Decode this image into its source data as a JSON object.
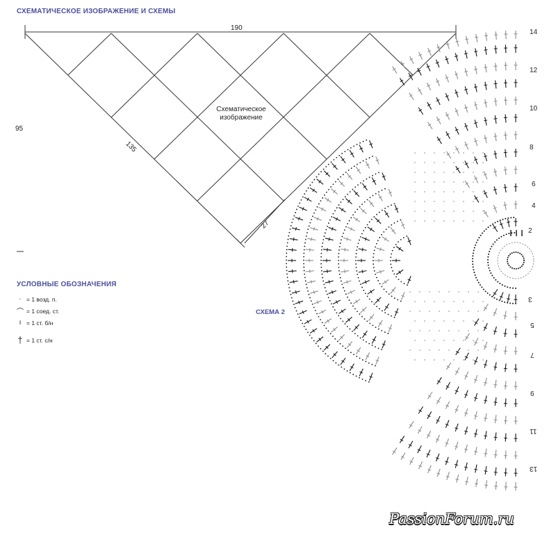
{
  "header": {
    "title": "СХЕМАТИЧЕСКОЕ ИЗОБРАЖЕНИЕ И СХЕМЫ"
  },
  "schematic": {
    "top_width": "190",
    "height": "95",
    "side_length": "135",
    "tip_width": "27",
    "center_label": "Схематическое изображение"
  },
  "legend": {
    "title": "УСЛОВНЫЕ ОБОЗНАЧЕНИЯ",
    "items": [
      {
        "symbol": "·",
        "icon": "chain-stitch-icon",
        "label": "= 1 возд. п."
      },
      {
        "symbol": "⌒",
        "icon": "slip-stitch-icon",
        "label": "= 1 соед. ст."
      },
      {
        "symbol": "ı",
        "icon": "single-crochet-icon",
        "label": "= 1 ст. б/н"
      },
      {
        "symbol": "†",
        "icon": "double-crochet-icon",
        "label": "= 1 ст. с/н"
      }
    ]
  },
  "diagram": {
    "title": "СХЕМА 2",
    "rows_upper": [
      "14",
      "12",
      "10",
      "8",
      "6",
      "4",
      "2"
    ],
    "rows_lower": [
      "3",
      "5",
      "7",
      "9",
      "11",
      "13"
    ],
    "colors": {
      "black_stitch": "#111111",
      "grey_stitch": "#8a8a8a"
    }
  },
  "watermark": {
    "text": "PassionForum.ru"
  }
}
